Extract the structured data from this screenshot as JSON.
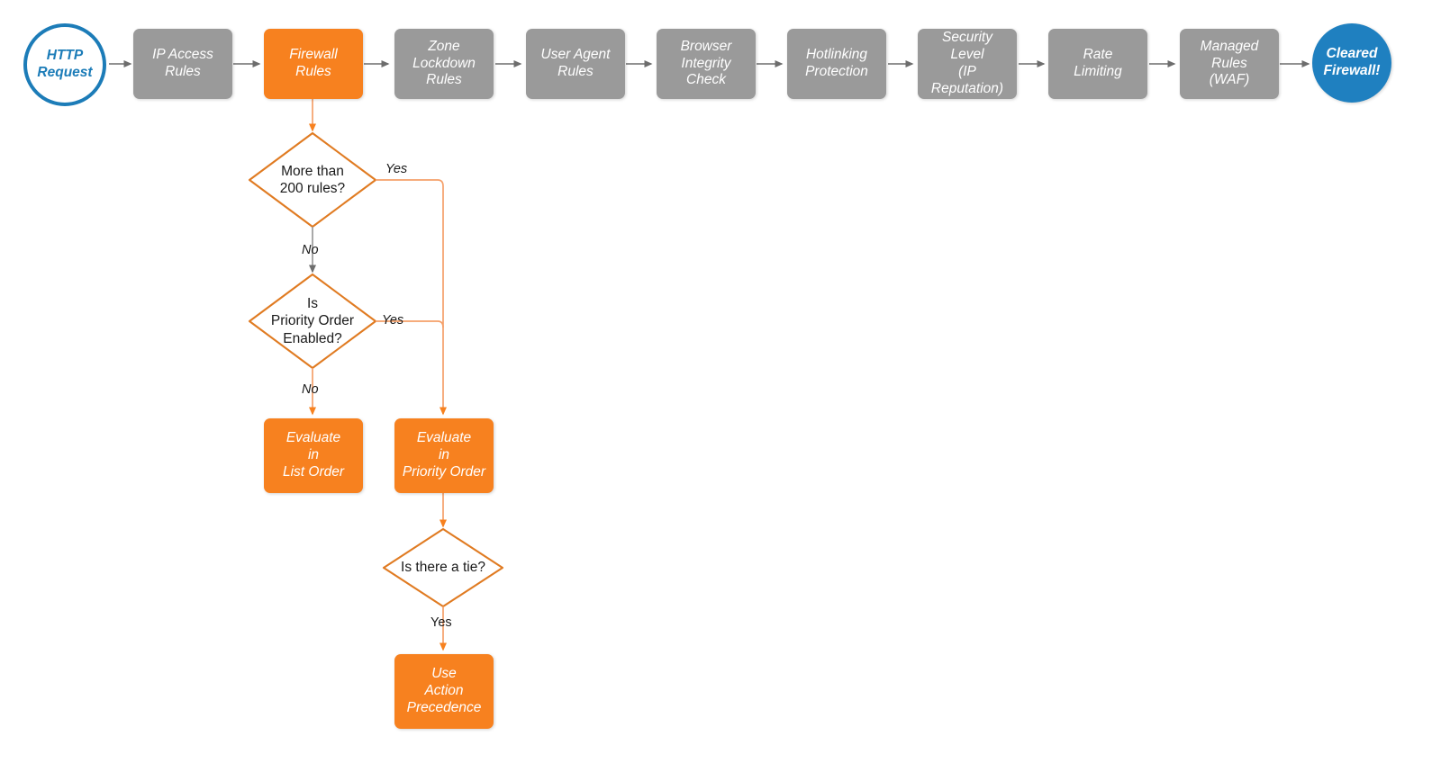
{
  "diagram": {
    "title": "Cloudflare firewall request evaluation order",
    "colors": {
      "gray": "#9a9a9a",
      "orange": "#f7811f",
      "orange_line": "#f5a06a",
      "blue": "#1f80c0",
      "blue_border": "#1c7cb8",
      "gray_line": "#6d6d6d",
      "text_dark": "#1a1a1a",
      "background": "#ffffff"
    }
  },
  "pipeline": {
    "start": {
      "label": "HTTP\nRequest",
      "shape": "circle",
      "color": "blue-outline"
    },
    "steps": [
      {
        "id": "ip-access-rules",
        "label": "IP Access\nRules",
        "color": "gray",
        "highlighted": false
      },
      {
        "id": "firewall-rules",
        "label": "Firewall\nRules",
        "color": "orange",
        "highlighted": true
      },
      {
        "id": "zone-lockdown-rules",
        "label": "Zone\nLockdown\nRules",
        "color": "gray",
        "highlighted": false
      },
      {
        "id": "user-agent-rules",
        "label": "User Agent\nRules",
        "color": "gray",
        "highlighted": false
      },
      {
        "id": "browser-integrity",
        "label": "Browser\nIntegrity\nCheck",
        "color": "gray",
        "highlighted": false
      },
      {
        "id": "hotlinking",
        "label": "Hotlinking\nProtection",
        "color": "gray",
        "highlighted": false
      },
      {
        "id": "security-level",
        "label": "Security\nLevel\n(IP Reputation)",
        "color": "gray",
        "highlighted": false
      },
      {
        "id": "rate-limiting",
        "label": "Rate\nLimiting",
        "color": "gray",
        "highlighted": false
      },
      {
        "id": "managed-rules-waf",
        "label": "Managed\nRules\n(WAF)",
        "color": "gray",
        "highlighted": false
      }
    ],
    "end": {
      "label": "Cleared\nFirewall!",
      "shape": "circle",
      "color": "blue-filled"
    }
  },
  "detail": {
    "decisions": [
      {
        "id": "more-than-200-rules",
        "label": "More than\n200 rules?",
        "yes": "Yes",
        "no": "No"
      },
      {
        "id": "priority-order-enabled",
        "label": "Is\nPriority Order\nEnabled?",
        "yes": "Yes",
        "no": "No"
      },
      {
        "id": "is-there-a-tie",
        "label": "Is there a tie?",
        "yes": "Yes",
        "no": ""
      }
    ],
    "outcomes": [
      {
        "id": "evaluate-list-order",
        "label": "Evaluate\nin\nList Order",
        "color": "orange"
      },
      {
        "id": "evaluate-priority-order",
        "label": "Evaluate\nin\nPriority Order",
        "color": "orange"
      },
      {
        "id": "use-action-precedence",
        "label": "Use\nAction\nPrecedence",
        "color": "orange"
      }
    ],
    "edge_labels": {
      "d1_yes": "Yes",
      "d1_no": "No",
      "d2_yes": "Yes",
      "d2_no": "No",
      "d3_yes": "Yes"
    }
  }
}
